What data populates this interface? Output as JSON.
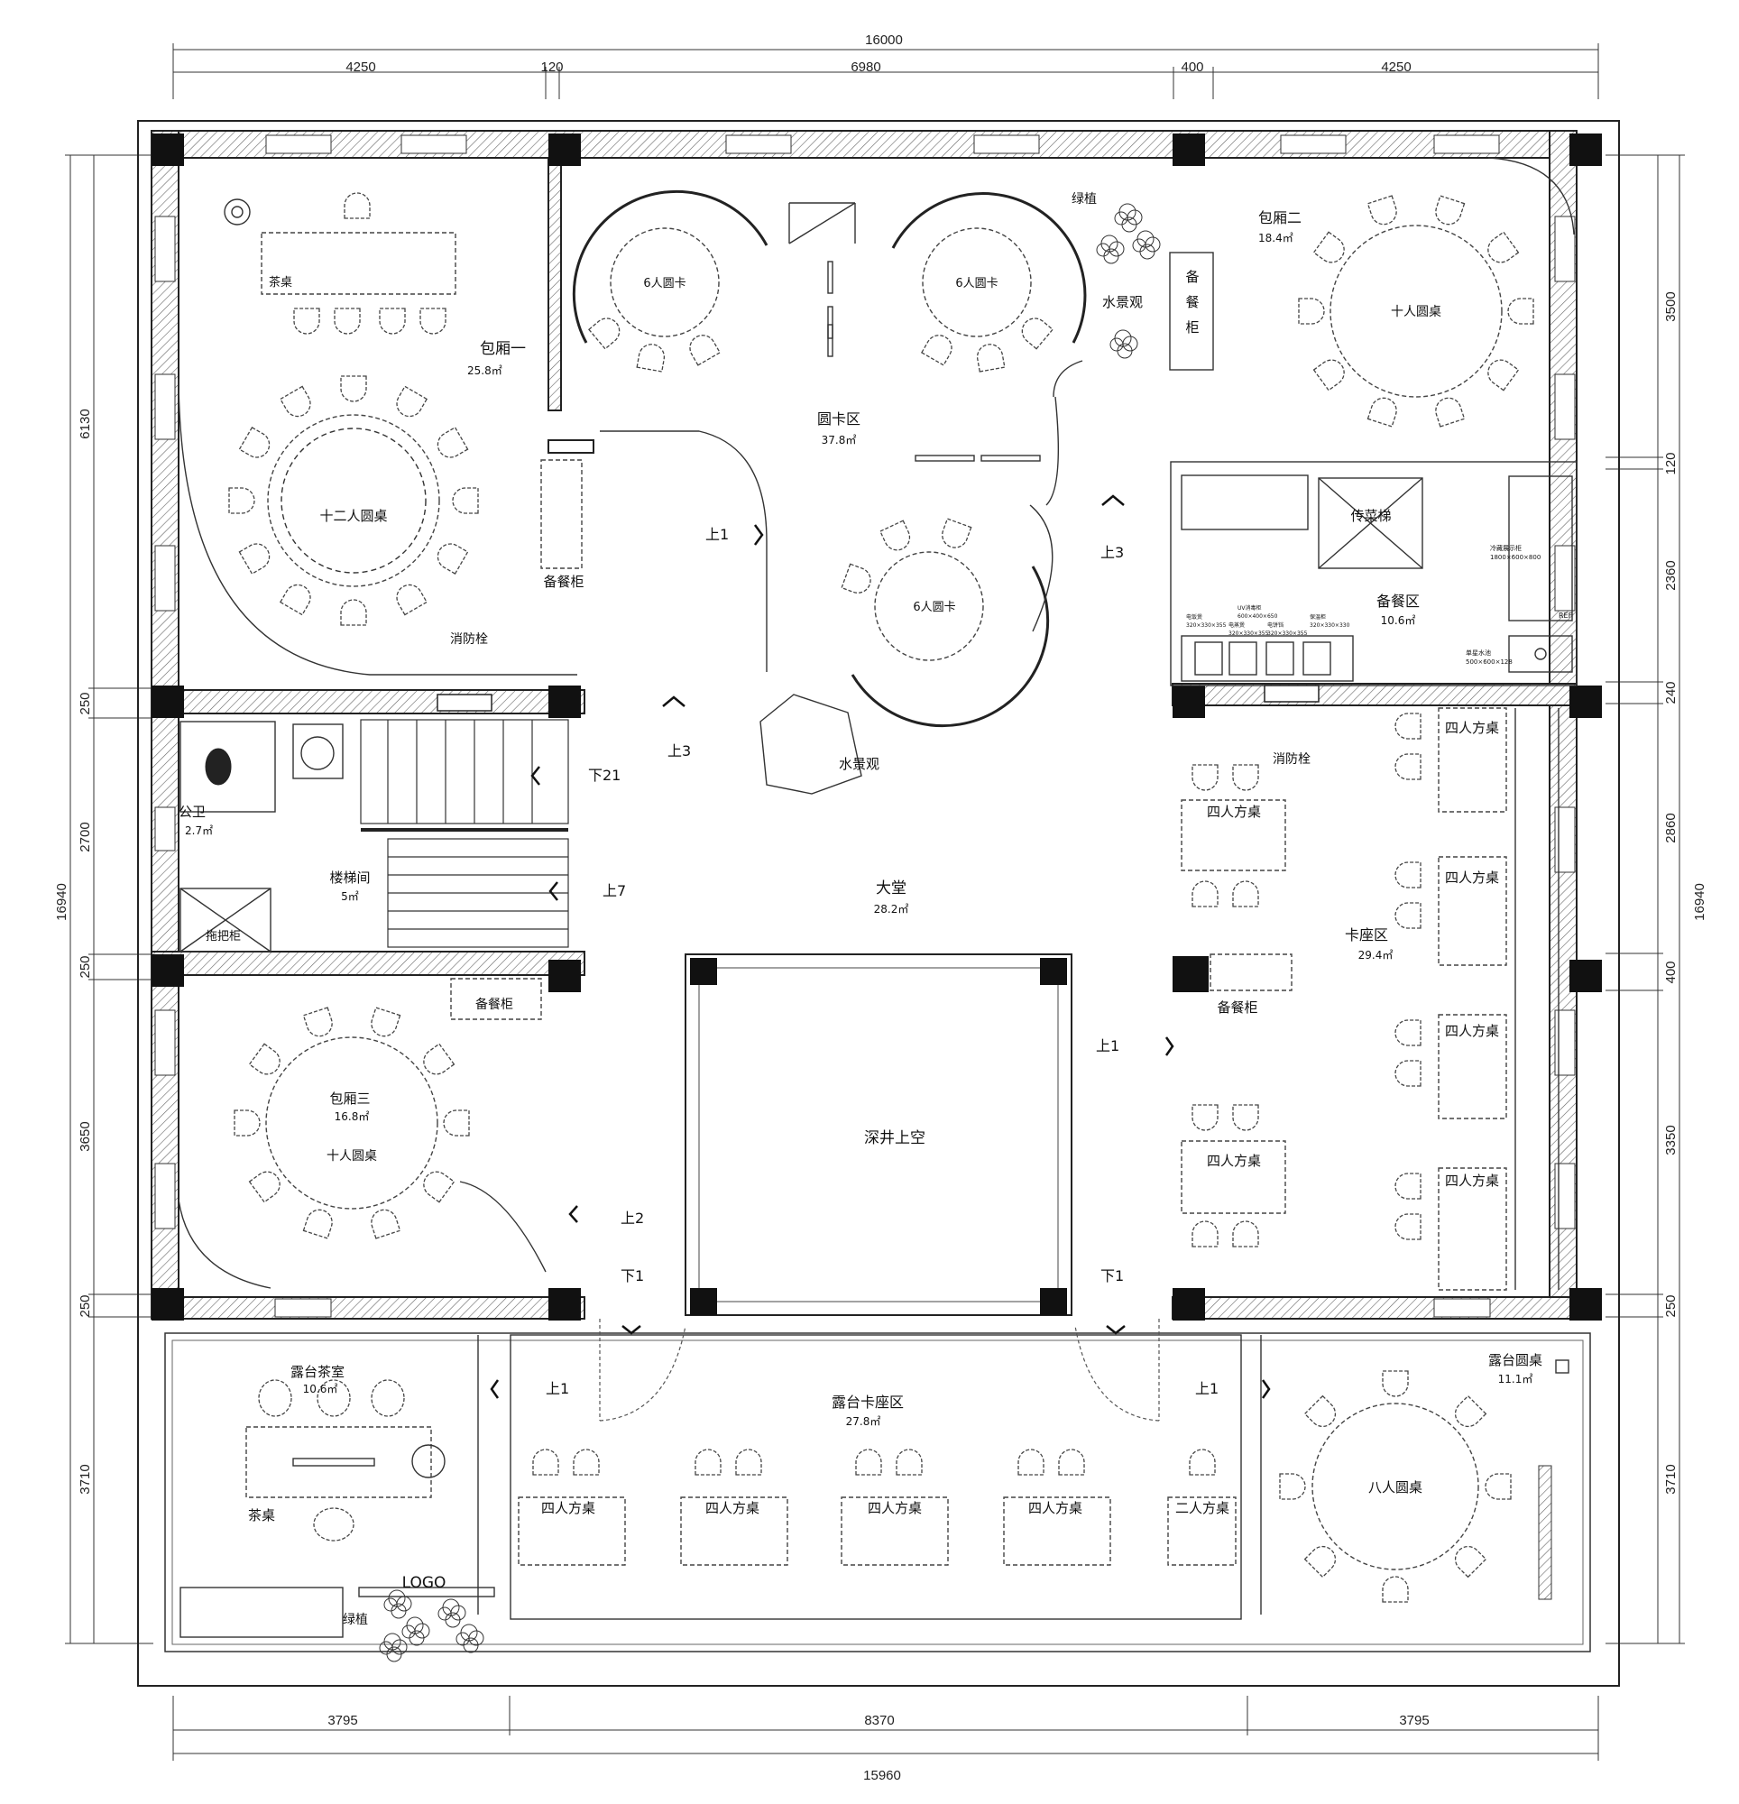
{
  "dimensions": {
    "top_total": "16000",
    "top_segments": [
      "4250",
      "120",
      "6980",
      "400",
      "4250"
    ],
    "bottom_total": "15960",
    "bottom_segments": [
      "3795",
      "8370",
      "3795"
    ],
    "left_total": "16940",
    "left_segments": [
      "6130",
      "250",
      "2700",
      "250",
      "3650",
      "250",
      "3710"
    ],
    "right_total": "16940",
    "right_segments": [
      "3500",
      "120",
      "2360",
      "240",
      "2860",
      "400",
      "3350",
      "250",
      "3710"
    ]
  },
  "rooms": {
    "bx1_name": "包厢一",
    "bx1_area": "25.8㎡",
    "bx1_tea": "茶桌",
    "bx1_table": "十二人圆桌",
    "bx2_name": "包厢二",
    "bx2_area": "18.4㎡",
    "bx2_table": "十人圆桌",
    "yk_name": "圆卡区",
    "yk_area": "37.8㎡",
    "yk_table": "6人圆卡",
    "green": "绿植",
    "water": "水景观",
    "sideboard_v": "备餐柜",
    "sideboard": "备餐柜",
    "hydrant": "消防栓",
    "lift": "传菜梯",
    "bc_name": "备餐区",
    "bc_area": "10.6㎡",
    "wc_name": "公卫",
    "wc_area": "2.7㎡",
    "mop": "拖把柜",
    "stair_name": "楼梯间",
    "stair_area": "5㎡",
    "lobby_name": "大堂",
    "lobby_area": "28.2㎡",
    "well": "深井上空",
    "kz_name": "卡座区",
    "kz_area": "29.4㎡",
    "four_sq": "四人方桌",
    "two_sq": "二人方桌",
    "bx3_name": "包厢三",
    "bx3_area": "16.8㎡",
    "bx3_table": "十人圆桌",
    "tea_name": "露台茶室",
    "tea_area": "10.6㎡",
    "tea_table": "茶桌",
    "tk_name": "露台卡座区",
    "tk_area": "27.8㎡",
    "tr_name": "露台圆桌",
    "tr_area": "11.1㎡",
    "tr_table": "八人圆桌",
    "logo": "LOGO"
  },
  "levels": {
    "up1": "上1",
    "up2": "上2",
    "up3": "上3",
    "up7": "上7",
    "down1": "下1",
    "down21": "下21"
  },
  "equipment": {
    "fridge_label": "冷藏展示柜",
    "fridge_size": "1800×600×800",
    "ref": "REF",
    "sink_label": "单星水池",
    "sink_size": "500×600×128",
    "app1_label": "电饭煲",
    "app1_size": "320×330×355",
    "app2_label": "UV消毒柜",
    "app2_size": "600×400×650",
    "app3_label": "电蒸煲",
    "app3_size": "320×330×355",
    "app4_label": "电饼铛",
    "app4_size": "320×330×355",
    "app5_label": "保温柜",
    "app5_size": "320×330×330"
  }
}
